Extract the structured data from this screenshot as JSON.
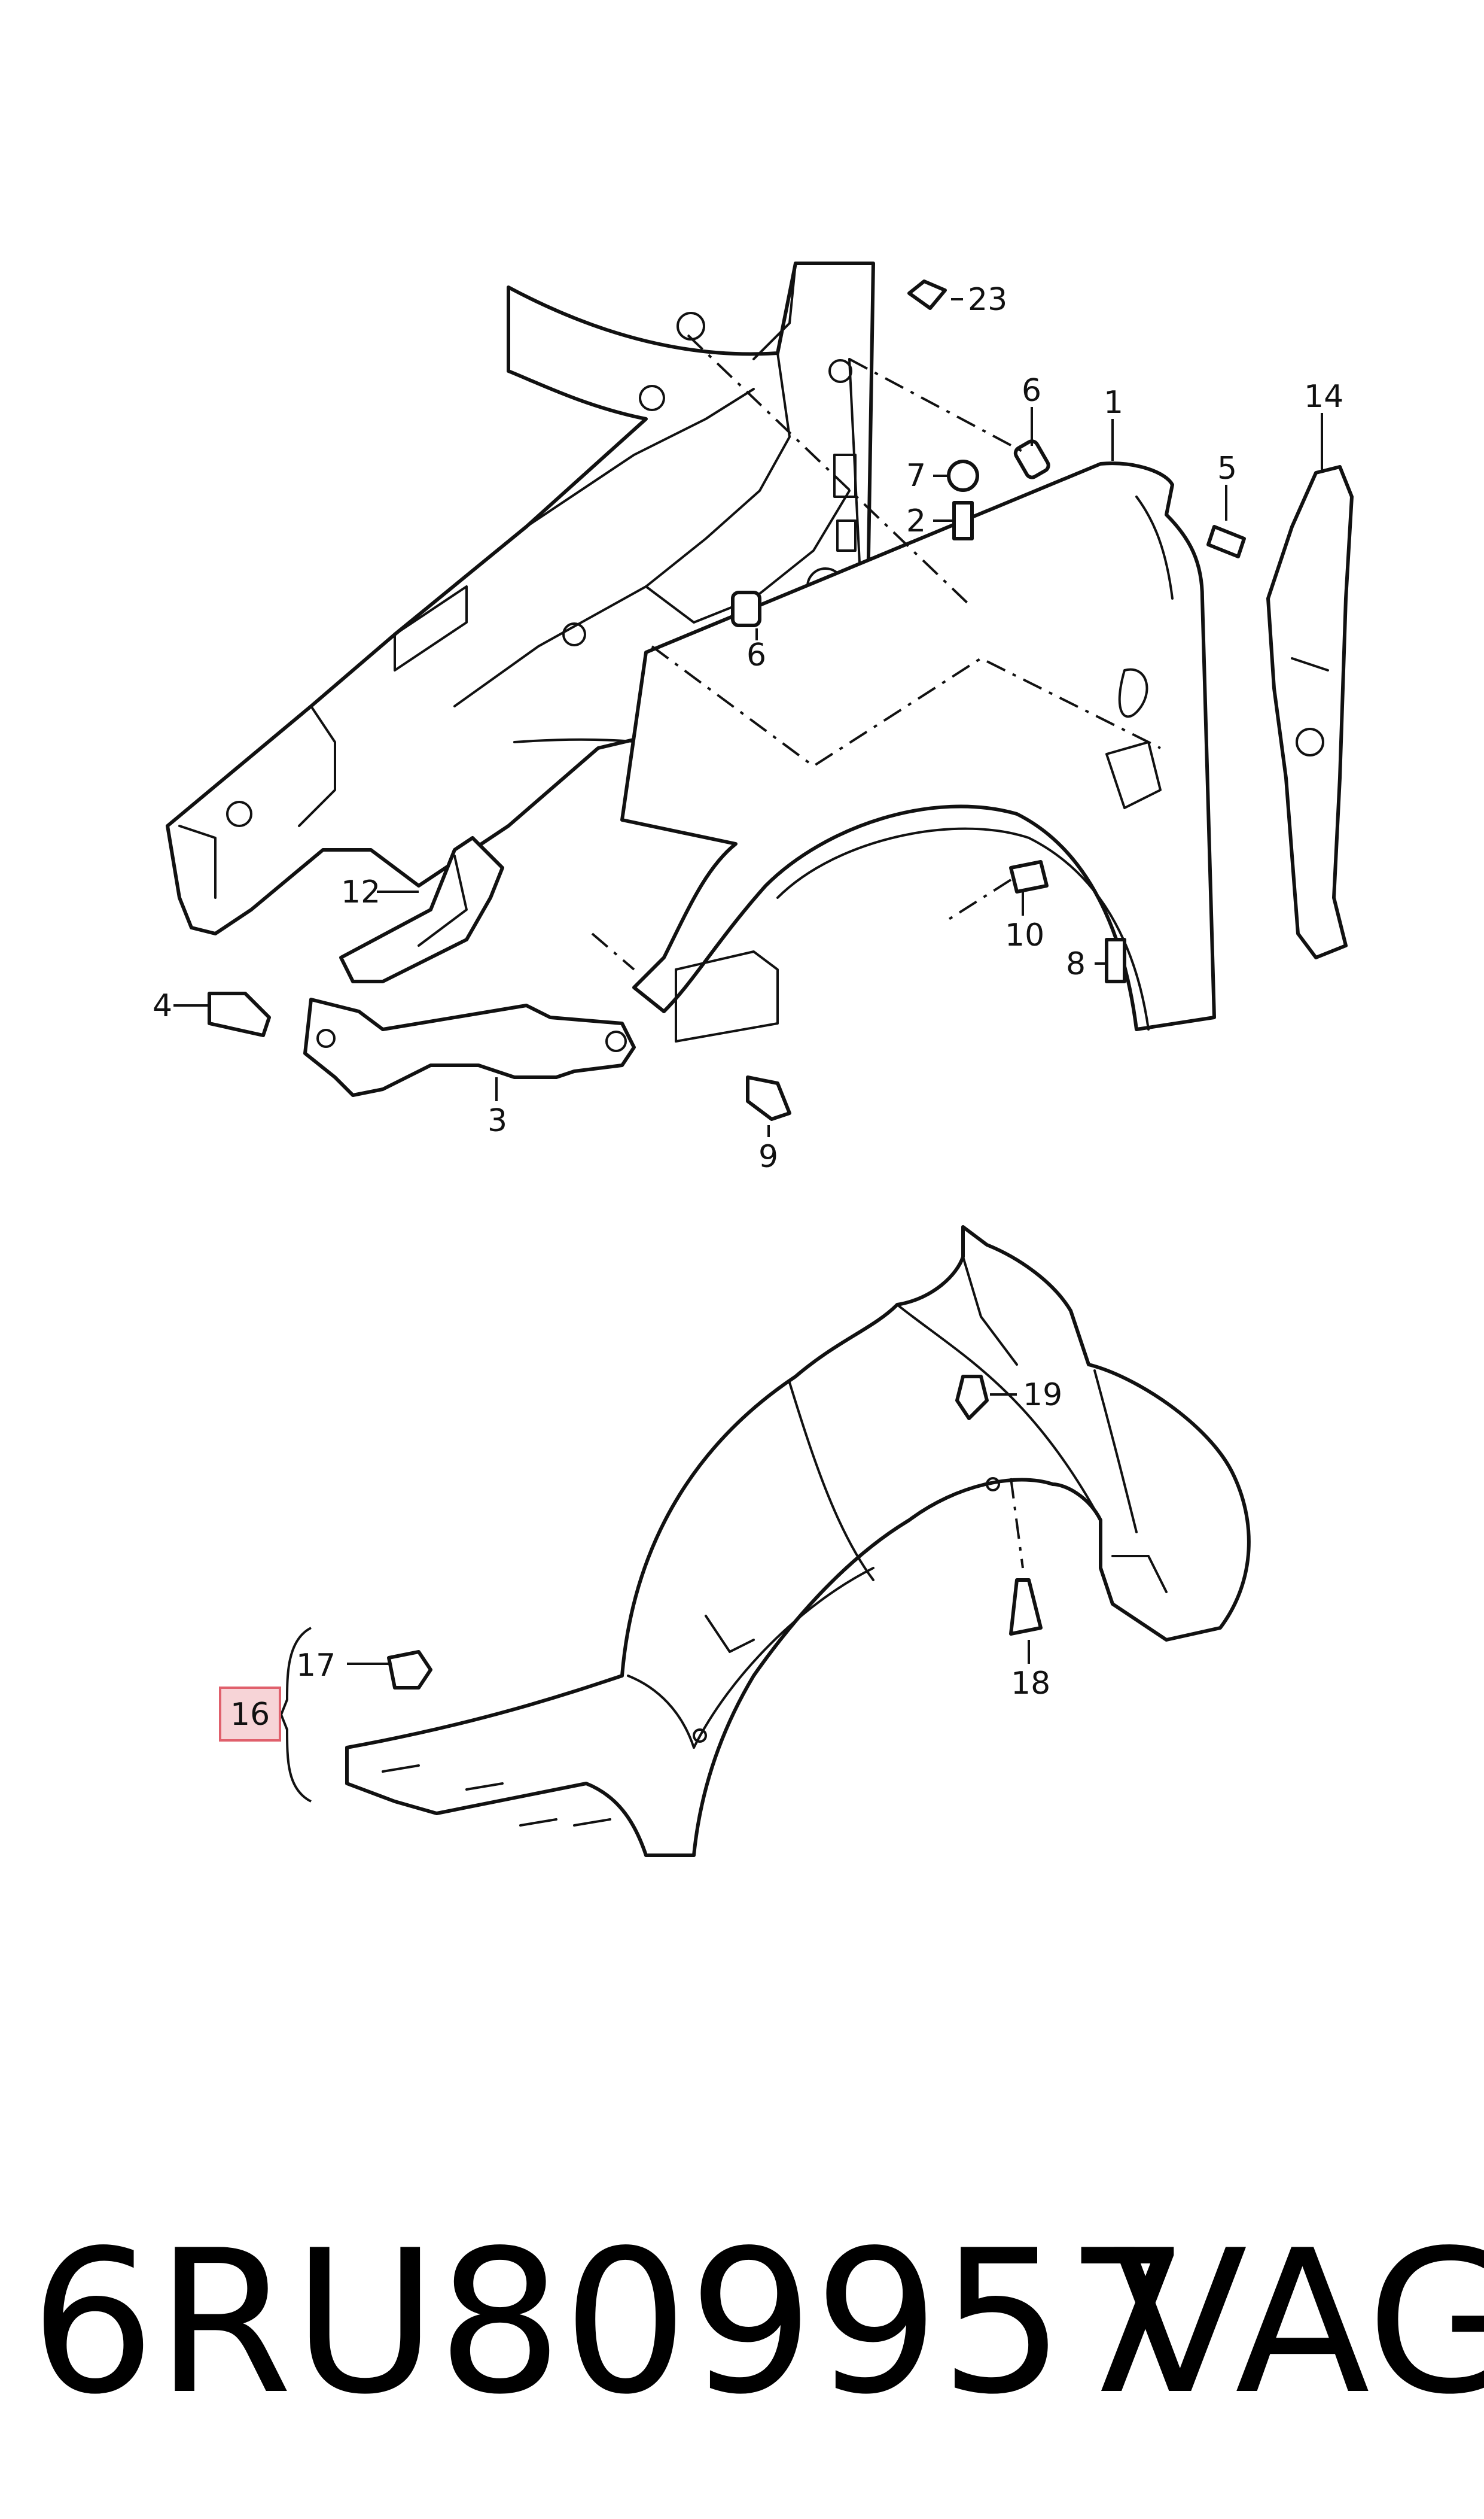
{
  "callouts": {
    "c1": "1",
    "c2": "2",
    "c3": "3",
    "c4": "4",
    "c5": "5",
    "c6a": "6",
    "c6b": "6",
    "c7": "7",
    "c8": "8",
    "c9": "9",
    "c10": "10",
    "c12": "12",
    "c14": "14",
    "c16": "16",
    "c17": "17",
    "c18": "18",
    "c19": "19",
    "c23": "23"
  },
  "highlight": {
    "callout": "16",
    "fill": "#f7d4d7",
    "stroke": "#e0606c"
  },
  "footer": {
    "part_number": "6RU809957",
    "brand": "VAG"
  }
}
